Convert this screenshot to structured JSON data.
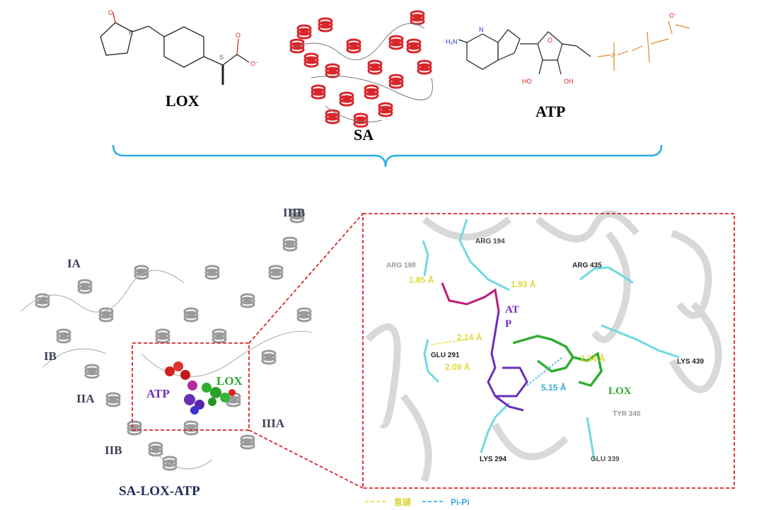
{
  "top": {
    "lox_label": "LOX",
    "sa_label": "SA",
    "atp_label": "ATP",
    "lox_atoms": {
      "o1": "O",
      "o2": "O",
      "o3": "O⁻",
      "r": "R",
      "s": "S"
    },
    "atp_atoms": {
      "nh2": "H₂N",
      "n": "N",
      "o": "O",
      "ho1": "HO",
      "oh2": "OH",
      "p": "P",
      "o_minus": "O⁻"
    }
  },
  "complex": {
    "caption": "SA-LOX-ATP",
    "domains": [
      "IA",
      "IB",
      "IIA",
      "IIB",
      "IIIA",
      "IIIB"
    ],
    "ligand_atp": "ATP",
    "ligand_lox": "LOX"
  },
  "detail": {
    "residues": {
      "arg194": "ARG 194",
      "arg198": "ARG 198",
      "arg435": "ARG 435",
      "glu291": "GLU 291",
      "lys439": "LYS 439",
      "tyr340": "TYR 340",
      "lys294": "LYS 294",
      "glu339": "GLU 339"
    },
    "distances": {
      "d185": "1.85 Å",
      "d193": "1.93 Å",
      "d214": "2.14 Å",
      "d209": "2.09 Å",
      "d234": "2.34 Å",
      "d515": "5.15 Å"
    },
    "atp_label_line1": "AT",
    "atp_label_line2": "P",
    "lox_label": "LOX"
  },
  "legend": {
    "hbond": "氢键",
    "pipi": "Pi-Pi"
  },
  "colors": {
    "frame_red": "#d9262b",
    "brace_blue": "#29aee6",
    "hbond_yellow": "#e8e23a",
    "pipi_blue": "#37b6e8",
    "lox_green": "#2ea82e",
    "atp_purple": "#6a2fb8",
    "caption_navy": "#1f2a56"
  }
}
